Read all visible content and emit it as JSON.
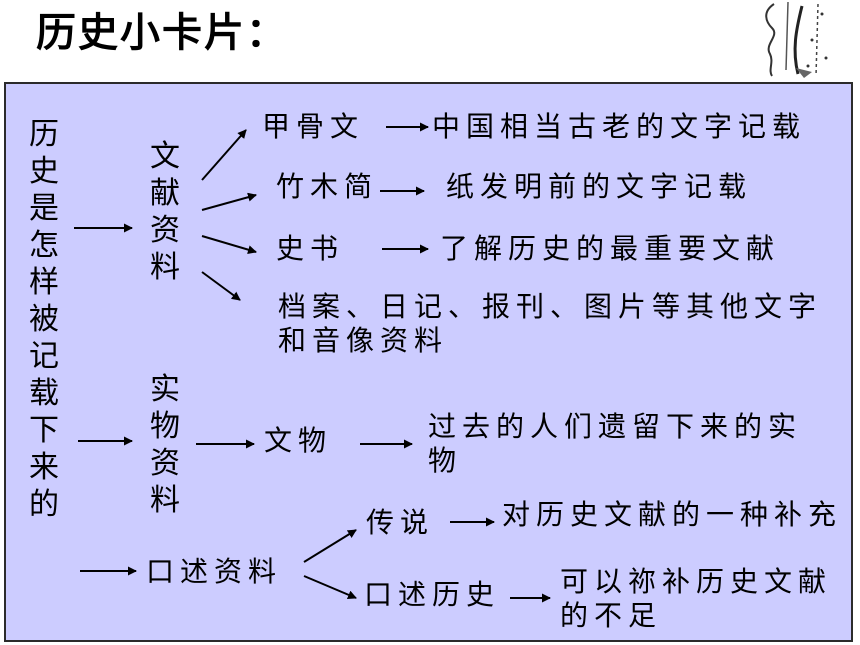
{
  "page_title": "历史小卡片：",
  "root": "历史是怎样被记载下来的",
  "categories": {
    "documents": "文献资料",
    "objects": "实物资料",
    "oral": "口述资料"
  },
  "documents": {
    "items": [
      {
        "name": "甲骨文",
        "desc": "中国相当古老的文字记载"
      },
      {
        "name": "竹木简",
        "desc": "纸发明前的文字记载"
      },
      {
        "name": "史书",
        "desc": "了解历史的最重要文献"
      }
    ],
    "other": "档案、日记、报刊、图片等其他文字和音像资料"
  },
  "objects": {
    "item": "文物",
    "desc": "过去的人们遗留下来的实物"
  },
  "oral": {
    "items": [
      {
        "name": "传说",
        "desc": "对历史文献的一种补充"
      },
      {
        "name": "口述历史",
        "desc": "可以祢补历史文献的不足"
      }
    ]
  }
}
